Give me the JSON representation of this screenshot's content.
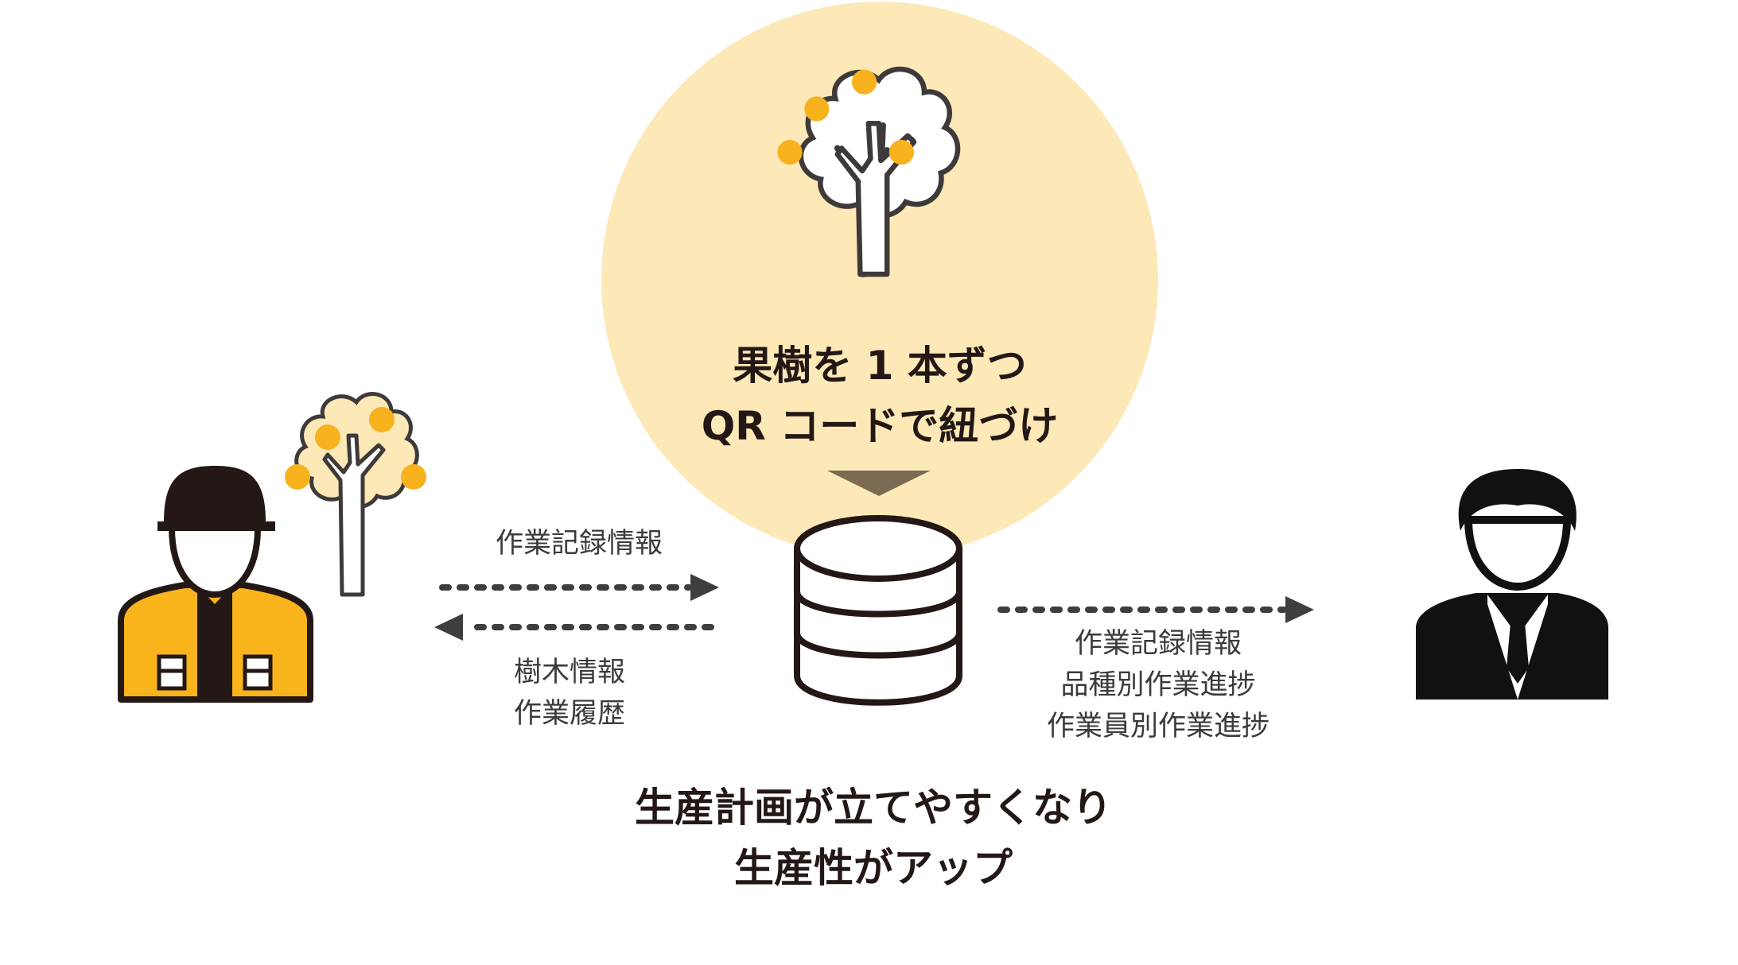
{
  "center": {
    "lines": [
      "果樹を 1 本ずつ",
      "QR コードで紐づけ"
    ]
  },
  "left_flow": {
    "to_db": [
      "作業記録情報"
    ],
    "from_db": [
      "樹木情報",
      "作業履歴"
    ]
  },
  "right_flow": {
    "to_manager": [
      "作業記録情報",
      "品種別作業進捗",
      "作業員別作業進捗"
    ]
  },
  "result": {
    "lines": [
      "生産計画が立てやすくなり",
      "生産性がアップ"
    ]
  },
  "colors": {
    "highlight_circle": "#fde8b8",
    "fruit": "#f7b21e",
    "vest": "#f8b41a",
    "outline": "#231815",
    "arrow": "#3e3e3e",
    "pointer": "#7d6a53"
  },
  "icons": {
    "big_tree": "fruit-tree-icon",
    "small_tree": "fruit-tree-icon",
    "worker": "farm-worker-icon",
    "database": "database-icon",
    "manager": "businessman-icon"
  }
}
